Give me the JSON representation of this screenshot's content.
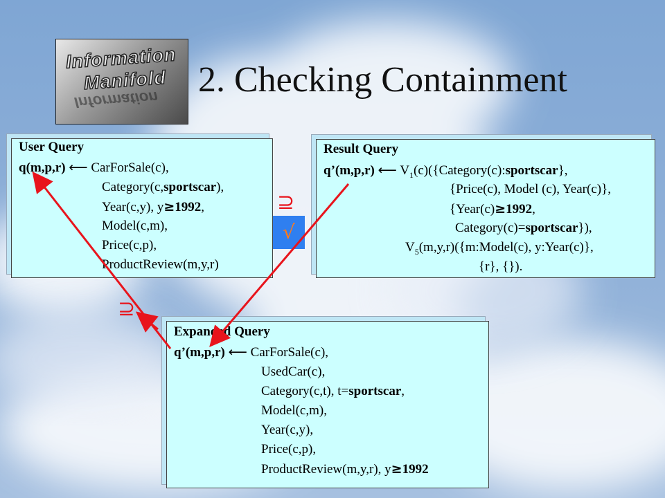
{
  "slide": {
    "title": "2. Checking Containment",
    "logo": {
      "line1": "Information",
      "line2": "Manifold",
      "reflection": "Information"
    }
  },
  "user_query": {
    "header": "User Query",
    "head": "q(m,p,r)",
    "arrow": "⟵",
    "first": "CarForSale(c),",
    "cat_pre": "Category(c,",
    "cat_bold": "sportscar",
    "cat_post": "),",
    "year_pre": "Year(c,y), y",
    "ge": "≥",
    "year_bold": "1992",
    "year_post": ",",
    "model": "Model(c,m),",
    "price": "Price(c,p),",
    "review": "ProductReview(m,y,r)"
  },
  "result_query": {
    "header": "Result Query",
    "head": "q’(m,p,r)",
    "arrow": "⟵",
    "v1_pre": "V",
    "v1_sub": "1",
    "v1_post": "(c)({Category(c):",
    "v1_bold": "sportscar",
    "v1_end": "},",
    "line3": "{Price(c), Model (c), Year(c)},",
    "line4_pre": "{Year(c)",
    "ge": "≥",
    "line4_bold": "1992",
    "line4_post": ",",
    "line5_pre": "Category(c)=",
    "line5_bold": "sportscar",
    "line5_post": "}),",
    "v5_pre": "V",
    "v5_sub": "5",
    "v5_post": "(m,y,r)({m:Model(c), y:Year(c)},",
    "line7": "{r}, {})."
  },
  "expanded_query": {
    "header": "Expanded Query",
    "head": "q’(m,p,r)",
    "arrow": "⟵",
    "first": "CarForSale(c),",
    "used": "UsedCar(c),",
    "cat_pre": "Category(c,t), t=",
    "cat_bold": "sportscar",
    "cat_post": ",",
    "model": "Model(c,m),",
    "year": "Year(c,y),",
    "price": "Price(c,p),",
    "review_pre": "ProductReview(m,y,r), y",
    "ge": "≥",
    "review_bold": "1992"
  },
  "markers": {
    "superset_symbol": "⊇",
    "check_symbol": "√"
  },
  "colors": {
    "box_fill": "#ccffff",
    "arrow": "#e8141c",
    "check_box": "#2f7ff0",
    "check_mark": "#ff7a1a"
  }
}
